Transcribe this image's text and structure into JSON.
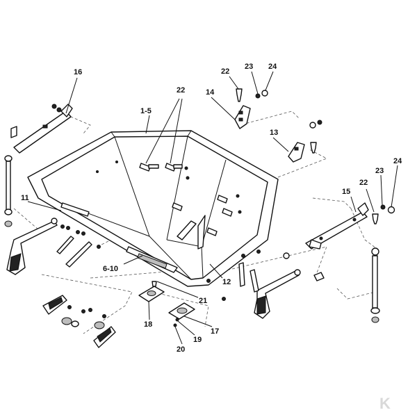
{
  "diagram": {
    "callouts": {
      "c16": "16",
      "c1_5": "1-5",
      "c22_top": "22",
      "c22_bracket": "22",
      "c23_bracket": "23",
      "c24_bracket": "24",
      "c14": "14",
      "c13": "13",
      "c11": "11",
      "c15": "15",
      "c22_right": "22",
      "c23_right": "23",
      "c24_right": "24",
      "c6_10": "6-10",
      "c12": "12",
      "c21": "21",
      "c18": "18",
      "c17": "17",
      "c19": "19",
      "c20": "20"
    },
    "logo": "K",
    "colors": {
      "line": "#111111",
      "dash": "#555555",
      "logo": "#d9d9d9"
    }
  }
}
